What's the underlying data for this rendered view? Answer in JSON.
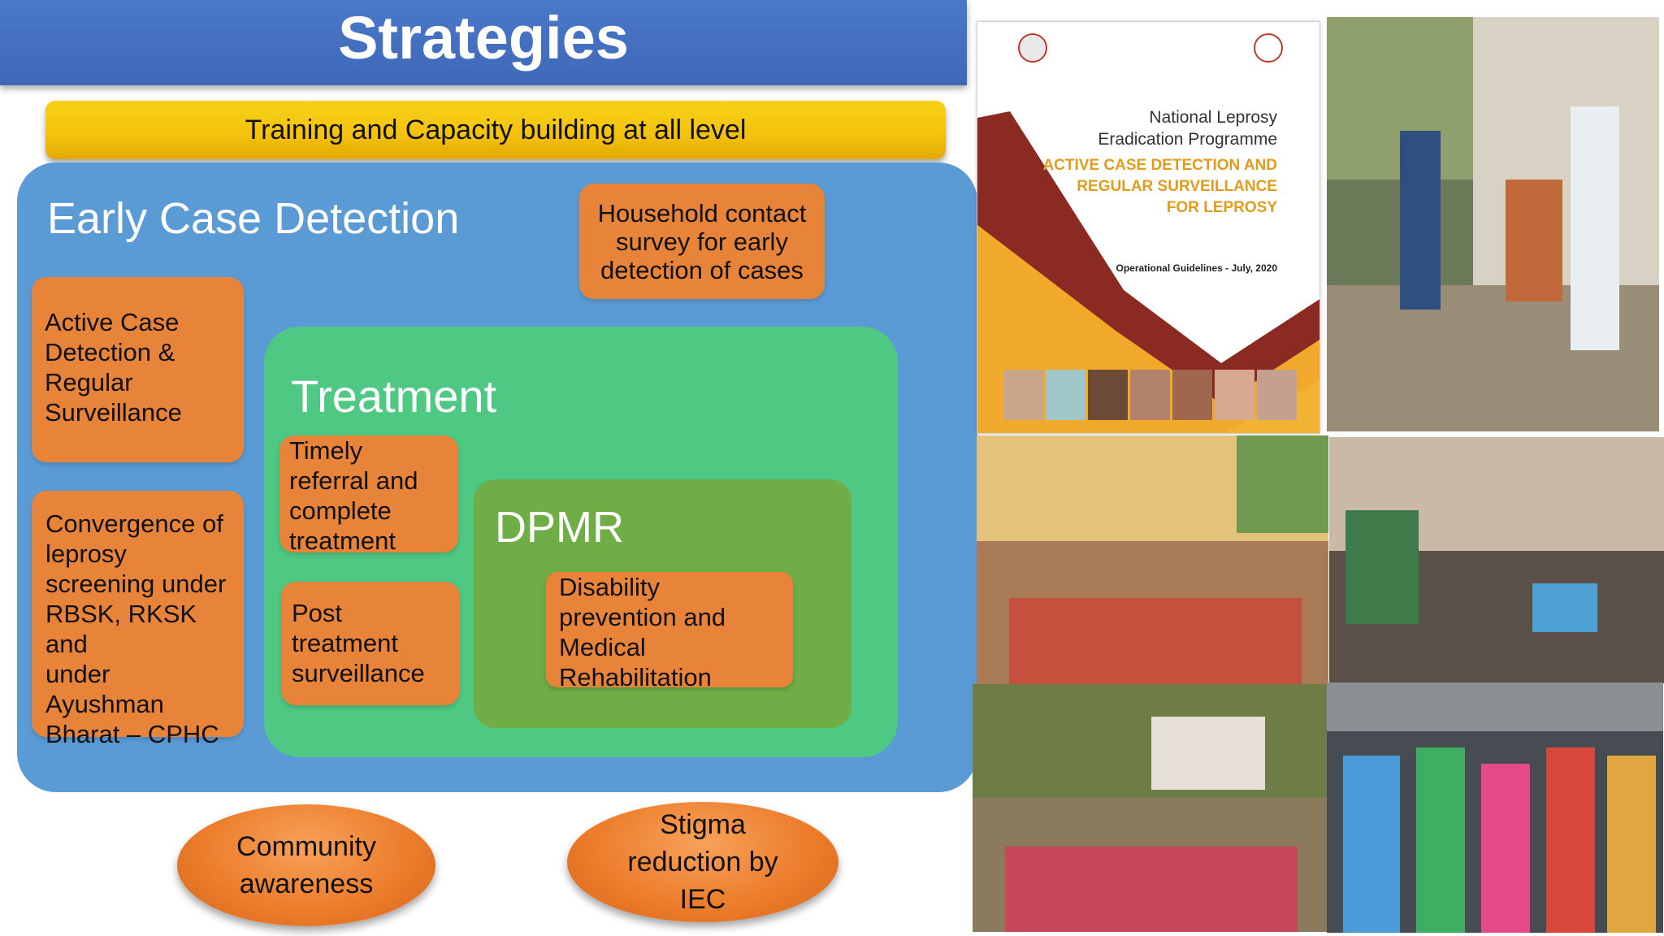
{
  "title": "Strategies",
  "banner": {
    "text": "Training and Capacity building at all level"
  },
  "early_case_detection": {
    "title": "Early Case Detection",
    "household": [
      "Household contact",
      "survey for early",
      "detection of cases"
    ],
    "active_case": [
      "Active Case",
      "Detection &",
      "Regular",
      "Surveillance"
    ],
    "convergence": [
      "Convergence of",
      "leprosy",
      "screening under",
      "RBSK, RKSK and",
      "under",
      "Ayushman",
      "Bharat – CPHC"
    ]
  },
  "treatment": {
    "title": "Treatment",
    "referral": [
      "Timely",
      "referral and",
      "complete",
      "treatment"
    ],
    "post": [
      "Post",
      "treatment",
      "surveillance"
    ]
  },
  "dpmr": {
    "title": "DPMR",
    "disability": [
      "Disability",
      "prevention and",
      "Medical",
      "Rehabilitation"
    ]
  },
  "ovals": {
    "community": [
      "Community",
      "awareness"
    ],
    "stigma": [
      "Stigma",
      "reduction by",
      "IEC"
    ]
  },
  "guideline_cover": {
    "programme": [
      "National Leprosy",
      "Eradication Programme"
    ],
    "heading": [
      "ACTIVE CASE DETECTION AND",
      "REGULAR SURVEILLANCE",
      "FOR LEPROSY"
    ],
    "subtitle": "Operational Guidelines - July, 2020"
  },
  "colors": {
    "title_bar": "#4472c4",
    "banner": "#f4c20d",
    "ecd_panel": "#5b9bd5",
    "treatment_panel": "#4ec882",
    "dpmr_panel": "#6fad47",
    "boxes": "#e8843a"
  }
}
